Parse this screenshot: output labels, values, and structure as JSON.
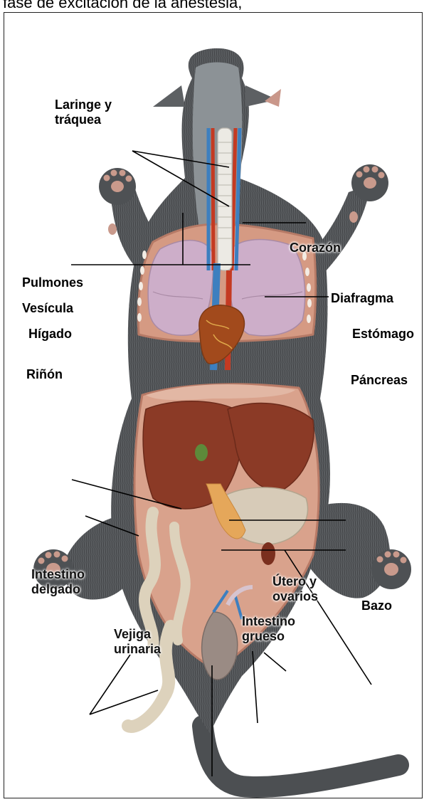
{
  "caption": "fase de excitación de la anestesia,",
  "labels": {
    "laringe": [
      "Laringe y",
      "tráquea"
    ],
    "corazon": "Corazón",
    "pulmones": "Pulmones",
    "vesicula": "Vesícula",
    "higado": "Hígado",
    "rinon": "Riñón",
    "diafragma": "Diafragma",
    "estomago": "Estómago",
    "pancreas": "Páncreas",
    "intestino_delgado": [
      "Intestino",
      "delgado"
    ],
    "utero": [
      "Útero y",
      "ovarios"
    ],
    "bazo": "Bazo",
    "vejiga": [
      "Vejiga",
      "urinaria"
    ],
    "intestino_grueso": [
      "Intestino",
      "grueso"
    ]
  },
  "colors": {
    "fur": "#5a5d60",
    "lung": "#cdaec9",
    "liver": "#8b3a26",
    "heart": "#a24a1c",
    "cavity": "#d9a28c",
    "intestine": "#ddd2bc",
    "vein": "#3d7fbf",
    "artery": "#c43a22"
  }
}
